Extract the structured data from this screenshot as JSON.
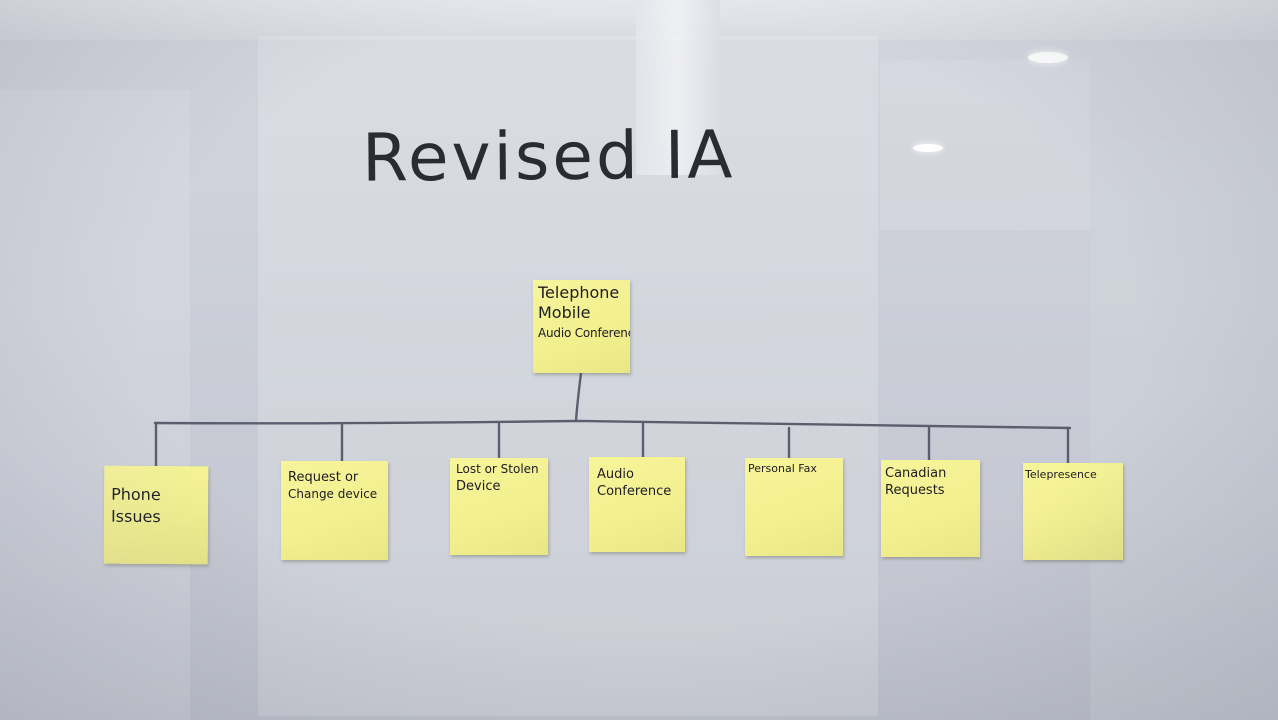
{
  "whiteboard": {
    "title": "Revised IA",
    "root_note": {
      "lines": [
        "Telephone",
        "Mobile",
        "Audio Conference"
      ]
    },
    "child_notes": [
      {
        "lines": [
          "Phone",
          "Issues"
        ]
      },
      {
        "lines": [
          "Request or",
          "Change device"
        ]
      },
      {
        "lines": [
          "Lost or Stolen",
          "Device"
        ]
      },
      {
        "lines": [
          "Audio",
          "Conference"
        ]
      },
      {
        "lines": [
          "Personal Fax"
        ]
      },
      {
        "lines": [
          "Canadian",
          "Requests"
        ]
      },
      {
        "lines": [
          "Telepresence"
        ]
      }
    ]
  },
  "colors": {
    "sticky_note": "#f4f294",
    "marker_ink": "#2a2b33",
    "connector_line": "#5a5e6e"
  }
}
